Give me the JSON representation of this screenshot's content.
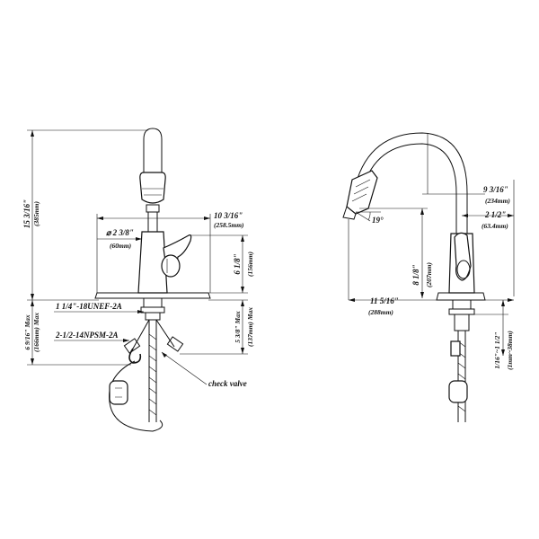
{
  "front_view": {
    "overall_height": {
      "imperial": "15 3/16\"",
      "metric": "(385mm)"
    },
    "spout_reach": {
      "imperial": "10 3/16\"",
      "metric": "(258.5mm)"
    },
    "base_diameter": {
      "imperial": "2 3/8\"",
      "metric": "(60mm)"
    },
    "handle_height": {
      "imperial": "6 1/8\"",
      "metric": "(156mm)"
    },
    "thread_spec": "1 1/4\"-18UNEF-2A",
    "hose_thread": "2-1/2-14NPSM-2A",
    "deck_max": {
      "imperial": "5 3/8\"",
      "metric": "(137mm)",
      "suffix": "Max"
    },
    "hose_max": {
      "imperial": "6 9/16\"",
      "metric": "(166mm)",
      "suffix": "Max"
    },
    "check_valve_label": "check valve"
  },
  "side_view": {
    "spout_height": {
      "imperial": "9 3/16\"",
      "metric": "(234mm)"
    },
    "aerator_offset": {
      "imperial": "2 1/2\"",
      "metric": "(63.4mm)"
    },
    "spray_angle": "19°",
    "spout_clearance": {
      "imperial": "8 1/8\"",
      "metric": "(207mm)"
    },
    "overall_reach": {
      "imperial": "11 5/16\"",
      "metric": "(288mm)"
    },
    "deck_thickness": {
      "imperial": "1/16\"~1 1/2\"",
      "metric": "(1mm~38mm)"
    }
  }
}
